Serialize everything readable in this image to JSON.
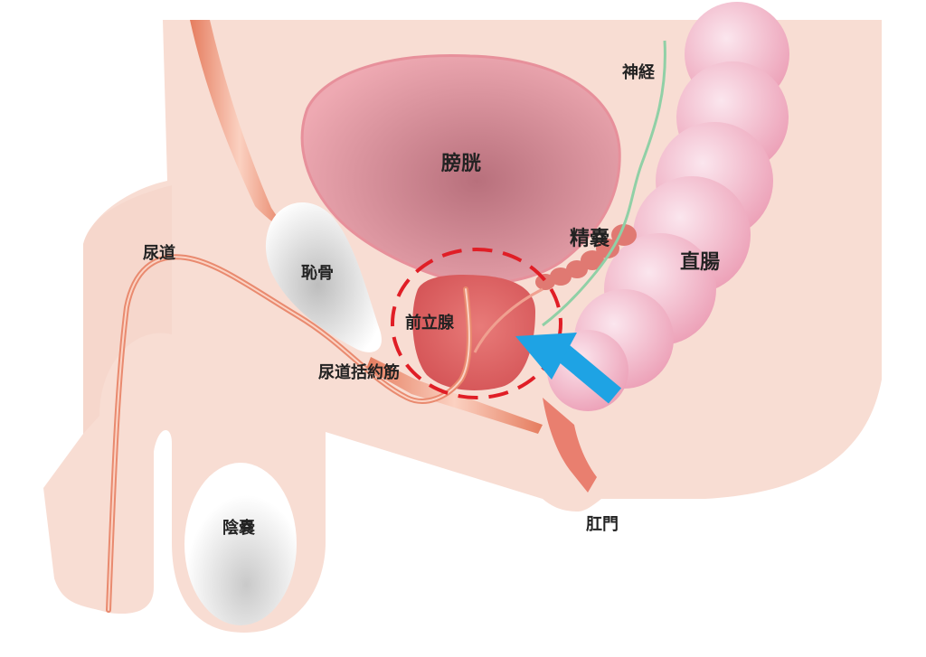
{
  "labels": {
    "bladder": "膀胱",
    "nerve": "神経",
    "seminal_vesicle": "精嚢",
    "rectum": "直腸",
    "pubic_bone": "恥骨",
    "urethra": "尿道",
    "prostate": "前立腺",
    "urethral_sphincter": "尿道括約筋",
    "scrotum": "陰嚢",
    "anus": "肛門"
  },
  "colors": {
    "skin": "#f8ddd3",
    "bladder": "#e8a1aa",
    "prostate": "#df6a6a",
    "rectum": "#f1b7c9",
    "urethra": "#e98a6f",
    "nerve": "#90d0a6",
    "arrow": "#1ea3e4",
    "highlight": "#e01e26"
  }
}
